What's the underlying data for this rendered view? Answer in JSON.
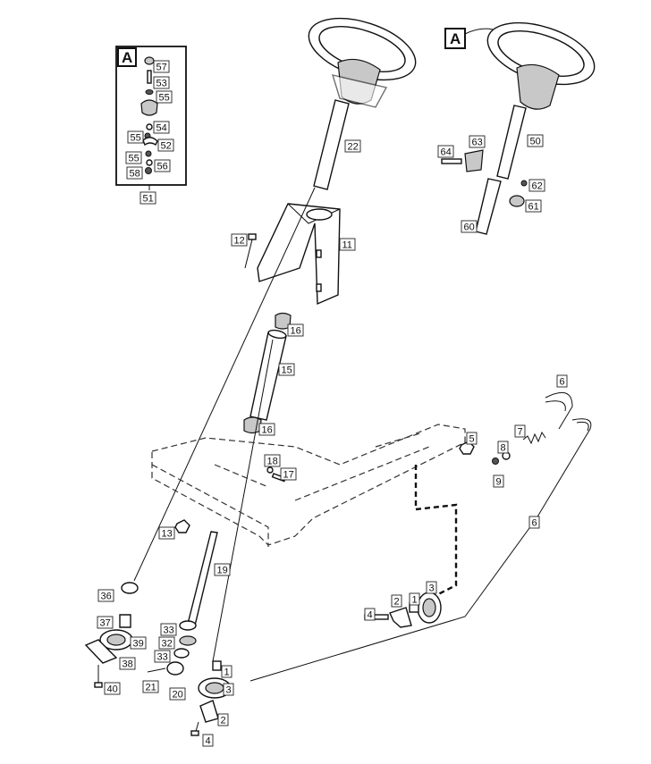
{
  "view_label": "A",
  "parts": [
    {
      "id": "c1a",
      "label": "1"
    },
    {
      "id": "c1b",
      "label": "1"
    },
    {
      "id": "c2a",
      "label": "2"
    },
    {
      "id": "c2b",
      "label": "2"
    },
    {
      "id": "c3a",
      "label": "3"
    },
    {
      "id": "c3b",
      "label": "3"
    },
    {
      "id": "c4a",
      "label": "4"
    },
    {
      "id": "c4b",
      "label": "4"
    },
    {
      "id": "c5",
      "label": "5"
    },
    {
      "id": "c6a",
      "label": "6"
    },
    {
      "id": "c6b",
      "label": "6"
    },
    {
      "id": "c7",
      "label": "7"
    },
    {
      "id": "c8",
      "label": "8"
    },
    {
      "id": "c9",
      "label": "9"
    },
    {
      "id": "c11",
      "label": "11"
    },
    {
      "id": "c12",
      "label": "12"
    },
    {
      "id": "c13",
      "label": "13"
    },
    {
      "id": "c15",
      "label": "15"
    },
    {
      "id": "c16a",
      "label": "16"
    },
    {
      "id": "c16b",
      "label": "16"
    },
    {
      "id": "c17",
      "label": "17"
    },
    {
      "id": "c18",
      "label": "18"
    },
    {
      "id": "c19",
      "label": "19"
    },
    {
      "id": "c20",
      "label": "20"
    },
    {
      "id": "c21",
      "label": "21"
    },
    {
      "id": "c22",
      "label": "22"
    },
    {
      "id": "c32",
      "label": "32"
    },
    {
      "id": "c33a",
      "label": "33"
    },
    {
      "id": "c33b",
      "label": "33"
    },
    {
      "id": "c36",
      "label": "36"
    },
    {
      "id": "c37",
      "label": "37"
    },
    {
      "id": "c38",
      "label": "38"
    },
    {
      "id": "c39",
      "label": "39"
    },
    {
      "id": "c40",
      "label": "40"
    },
    {
      "id": "c50",
      "label": "50"
    },
    {
      "id": "c51",
      "label": "51"
    },
    {
      "id": "c52",
      "label": "52"
    },
    {
      "id": "c53",
      "label": "53"
    },
    {
      "id": "c54",
      "label": "54"
    },
    {
      "id": "c55a",
      "label": "55"
    },
    {
      "id": "c55b",
      "label": "55"
    },
    {
      "id": "c55c",
      "label": "55"
    },
    {
      "id": "c56",
      "label": "56"
    },
    {
      "id": "c57",
      "label": "57"
    },
    {
      "id": "c58",
      "label": "58"
    },
    {
      "id": "c60",
      "label": "60"
    },
    {
      "id": "c61",
      "label": "61"
    },
    {
      "id": "c62",
      "label": "62"
    },
    {
      "id": "c63",
      "label": "63"
    },
    {
      "id": "c64",
      "label": "64"
    }
  ]
}
